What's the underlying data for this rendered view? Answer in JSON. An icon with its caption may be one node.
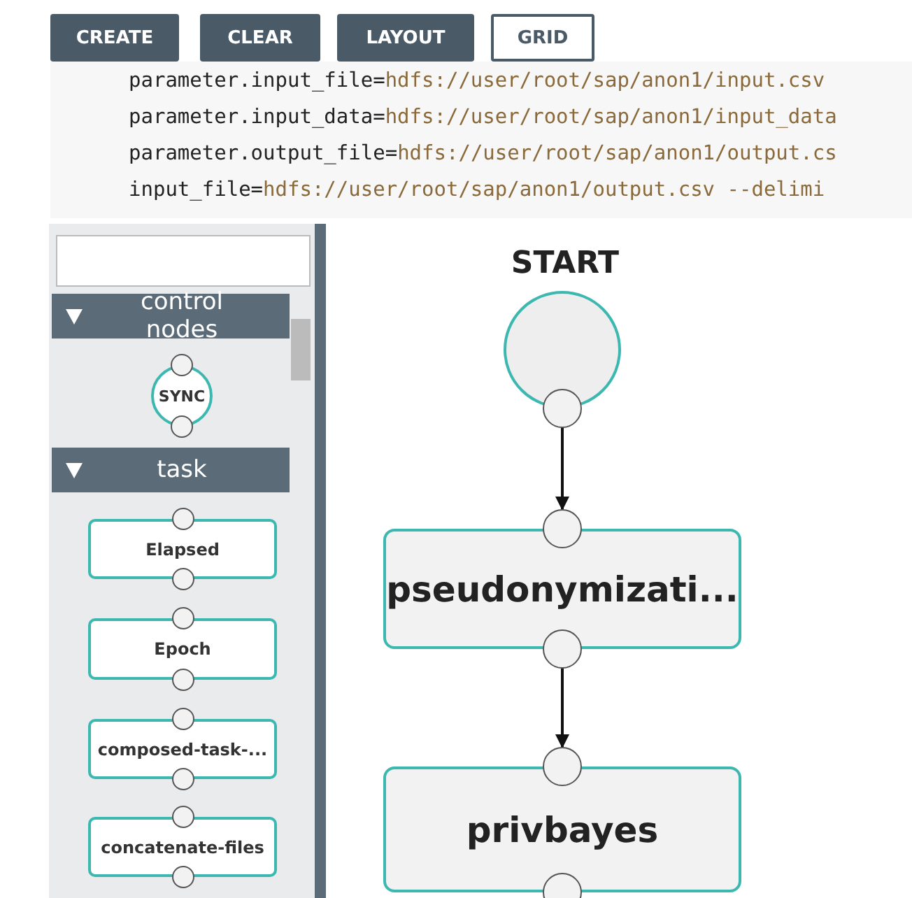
{
  "diagram": {
    "nodes": [
      {
        "text": [
          "CREATE"
        ]
      },
      {
        "text": [
          "CLEAR"
        ]
      },
      {
        "text": [
          "LAYOUT"
        ]
      },
      {
        "text": [
          "GRID"
        ]
      },
      {
        "text": [
          "control nodes"
        ]
      },
      {
        "text": [
          "SYNC"
        ]
      },
      {
        "text": [
          "task"
        ]
      },
      {
        "text": [
          "Elapsed"
        ]
      },
      {
        "text": [
          "Epoch"
        ]
      },
      {
        "text": [
          "composed-task-..."
        ]
      },
      {
        "text": [
          "concatenate-files"
        ]
      },
      {
        "text": [
          "START"
        ]
      },
      {
        "text": [
          "pseudonymizati..."
        ]
      },
      {
        "text": [
          "privbayes"
        ]
      }
    ],
    "edges": [
      {
        "from": 11,
        "to": 12,
        "arrow": "to"
      },
      {
        "from": 12,
        "to": 13,
        "arrow": "to"
      }
    ],
    "labels": [
      "parameter.input_file=hdfs://user/root/sap/anon1/input.csv",
      "parameter.input_data=hdfs://user/root/sap/anon1/input_data",
      "parameter.output_file=hdfs://user/root/sap/anon1/output.cs",
      "input_file=hdfs://user/root/sap/anon1/output.csv --delimi"
    ]
  }
}
